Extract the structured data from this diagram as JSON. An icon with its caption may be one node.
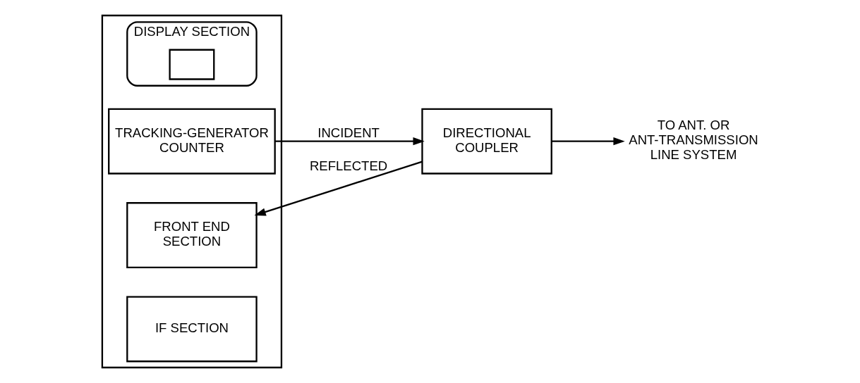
{
  "diagram": {
    "nodes": [
      {
        "text": [],
        "shape": "box"
      },
      {
        "text": [
          "TRACKING-GENERATOR COUNTER"
        ],
        "in": 0
      },
      {
        "text": [
          "DISPLAY SECTION"
        ],
        "in": 0
      },
      {
        "text": [],
        "shape": "box",
        "in": 2
      },
      {
        "text": [
          "FRONT END SECTION"
        ],
        "in": 0
      },
      {
        "text": [
          "IF SECTION"
        ],
        "in": 0
      },
      {
        "text": [
          "DIRECTIONAL COUPLER"
        ]
      },
      {
        "text": [
          "TO ANT. OR ANT-TRANSMISSION LINE SYSTEM"
        ]
      }
    ],
    "edges": [
      {
        "from": 1,
        "to": 6,
        "arrow": "to",
        "label": "INCIDENT"
      },
      {
        "from": 6,
        "to": 7,
        "arrow": "to"
      },
      {
        "from": 6,
        "to": 4,
        "arrow": "to",
        "label": "REFLECTED"
      }
    ]
  }
}
